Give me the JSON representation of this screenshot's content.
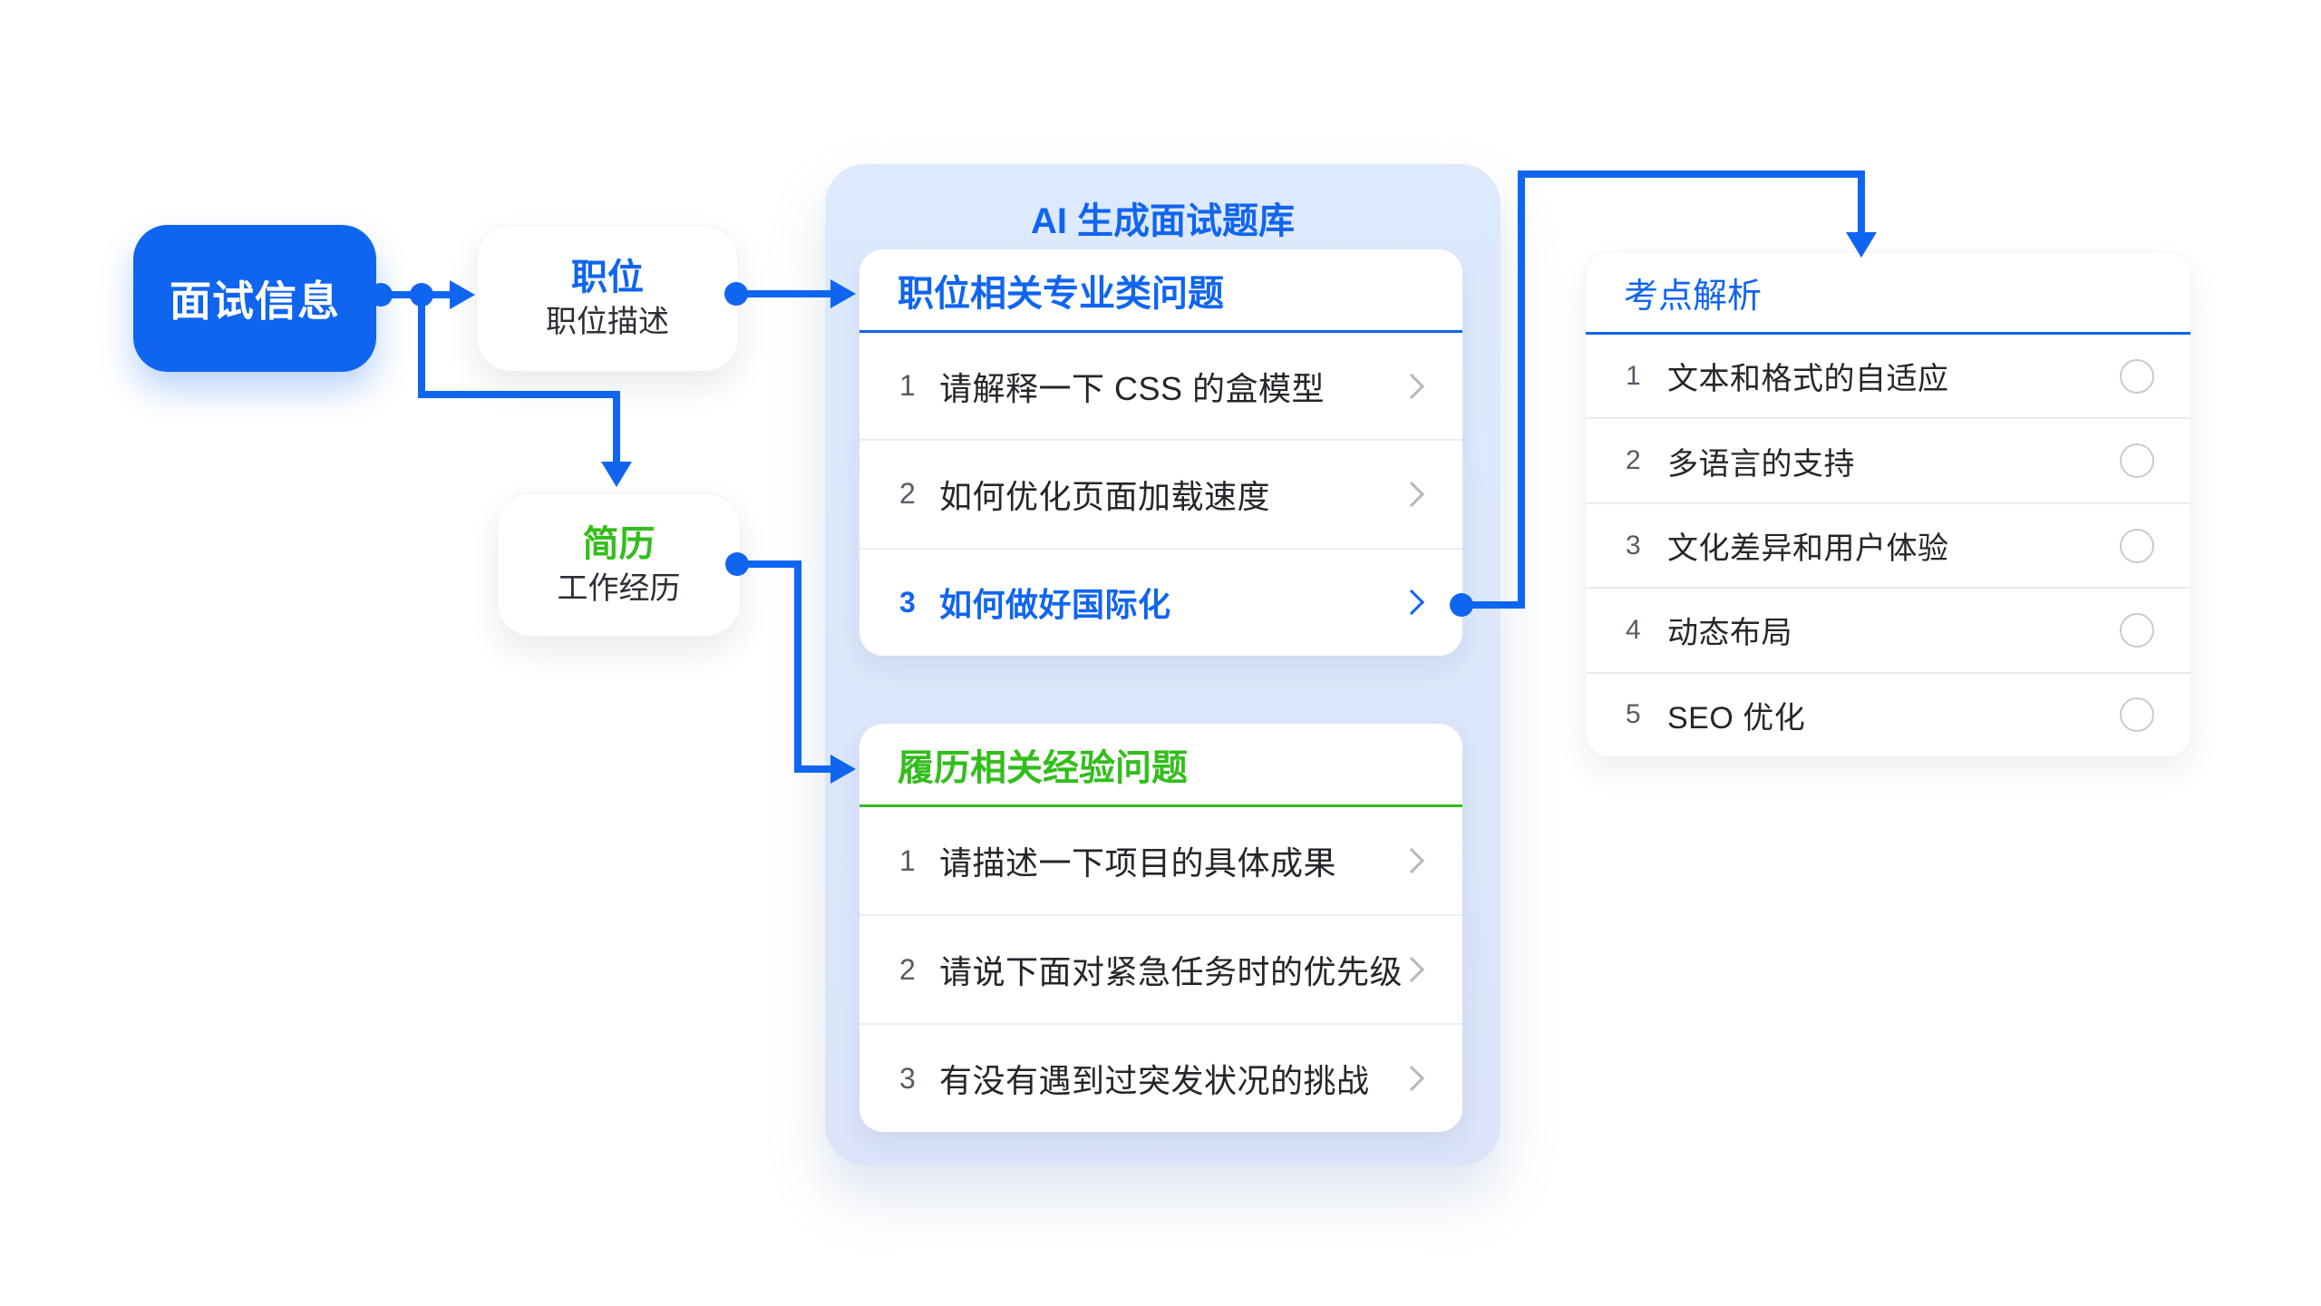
{
  "colors": {
    "primary_blue": "#1065F0",
    "accent_green": "#33BD1C",
    "panel_bg": "#DCE8FB",
    "card_bg": "#FFFFFF"
  },
  "nodes": {
    "interview_info": {
      "label": "面试信息"
    },
    "position": {
      "title": "职位",
      "subtitle": "职位描述"
    },
    "resume": {
      "title": "简历",
      "subtitle": "工作经历"
    }
  },
  "question_bank": {
    "title": "AI 生成面试题库",
    "cards": [
      {
        "title": "职位相关专业类问题",
        "items": [
          {
            "num": "1",
            "text": "请解释一下 CSS 的盒模型"
          },
          {
            "num": "2",
            "text": "如何优化页面加载速度"
          },
          {
            "num": "3",
            "text": "如何做好国际化"
          }
        ]
      },
      {
        "title": "履历相关经验问题",
        "items": [
          {
            "num": "1",
            "text": "请描述一下项目的具体成果"
          },
          {
            "num": "2",
            "text": "请说下面对紧急任务时的优先级"
          },
          {
            "num": "3",
            "text": "有没有遇到过突发状况的挑战"
          }
        ]
      }
    ]
  },
  "analysis": {
    "title": "考点解析",
    "items": [
      {
        "num": "1",
        "text": "文本和格式的自适应"
      },
      {
        "num": "2",
        "text": "多语言的支持"
      },
      {
        "num": "3",
        "text": "文化差异和用户体验"
      },
      {
        "num": "4",
        "text": "动态布局"
      },
      {
        "num": "5",
        "text": "SEO 优化"
      }
    ]
  }
}
